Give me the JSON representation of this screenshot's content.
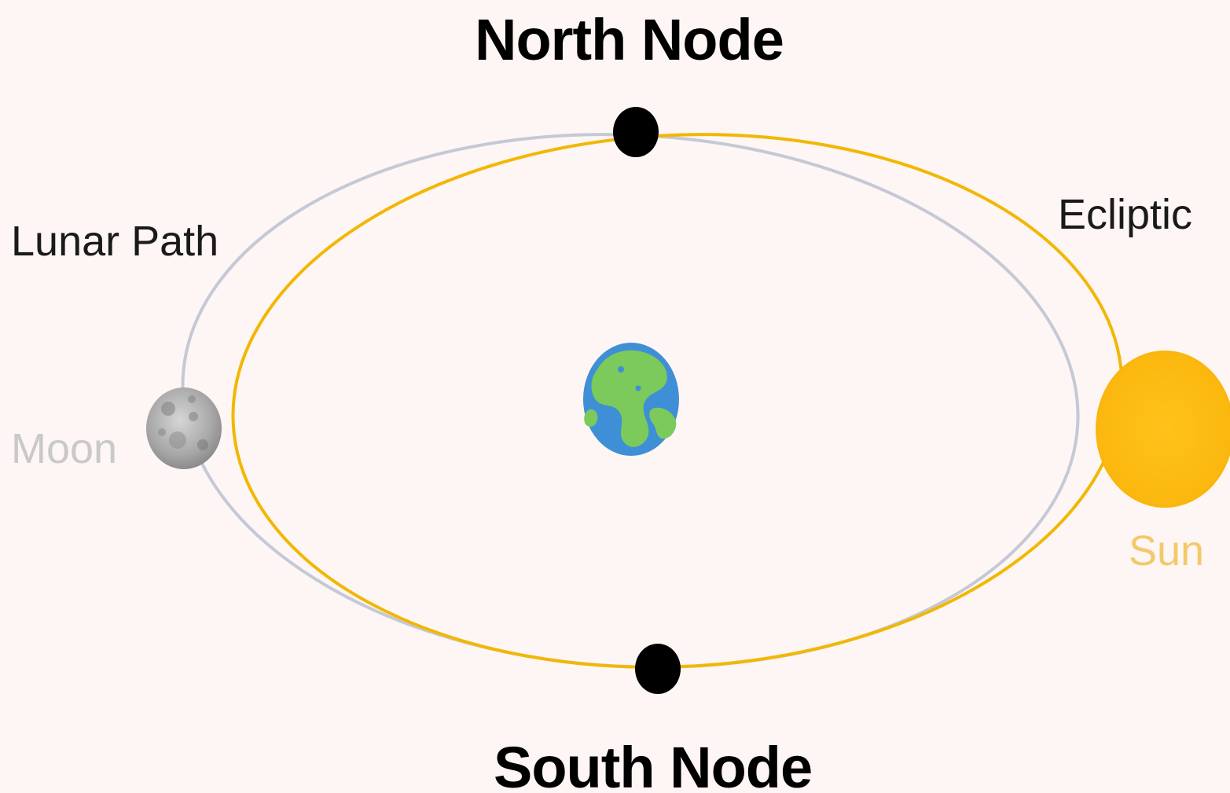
{
  "labels": {
    "north_node": "North Node",
    "south_node": "South Node",
    "lunar_path": "Lunar Path",
    "ecliptic": "Ecliptic",
    "moon": "Moon",
    "sun": "Sun"
  },
  "colors": {
    "background": "#fdf6f4",
    "ecliptic": "#f2b705",
    "lunar_path": "#c5c9d6",
    "node": "#000000",
    "sun": "#fbb80f",
    "moon": "#a9a9a9",
    "earth_land": "#7cc95c",
    "earth_water": "#3f8fd6"
  },
  "icons": {
    "earth": "earth-icon",
    "moon": "moon-icon",
    "sun": "sun-icon",
    "north_node": "node-dot",
    "south_node": "node-dot"
  }
}
